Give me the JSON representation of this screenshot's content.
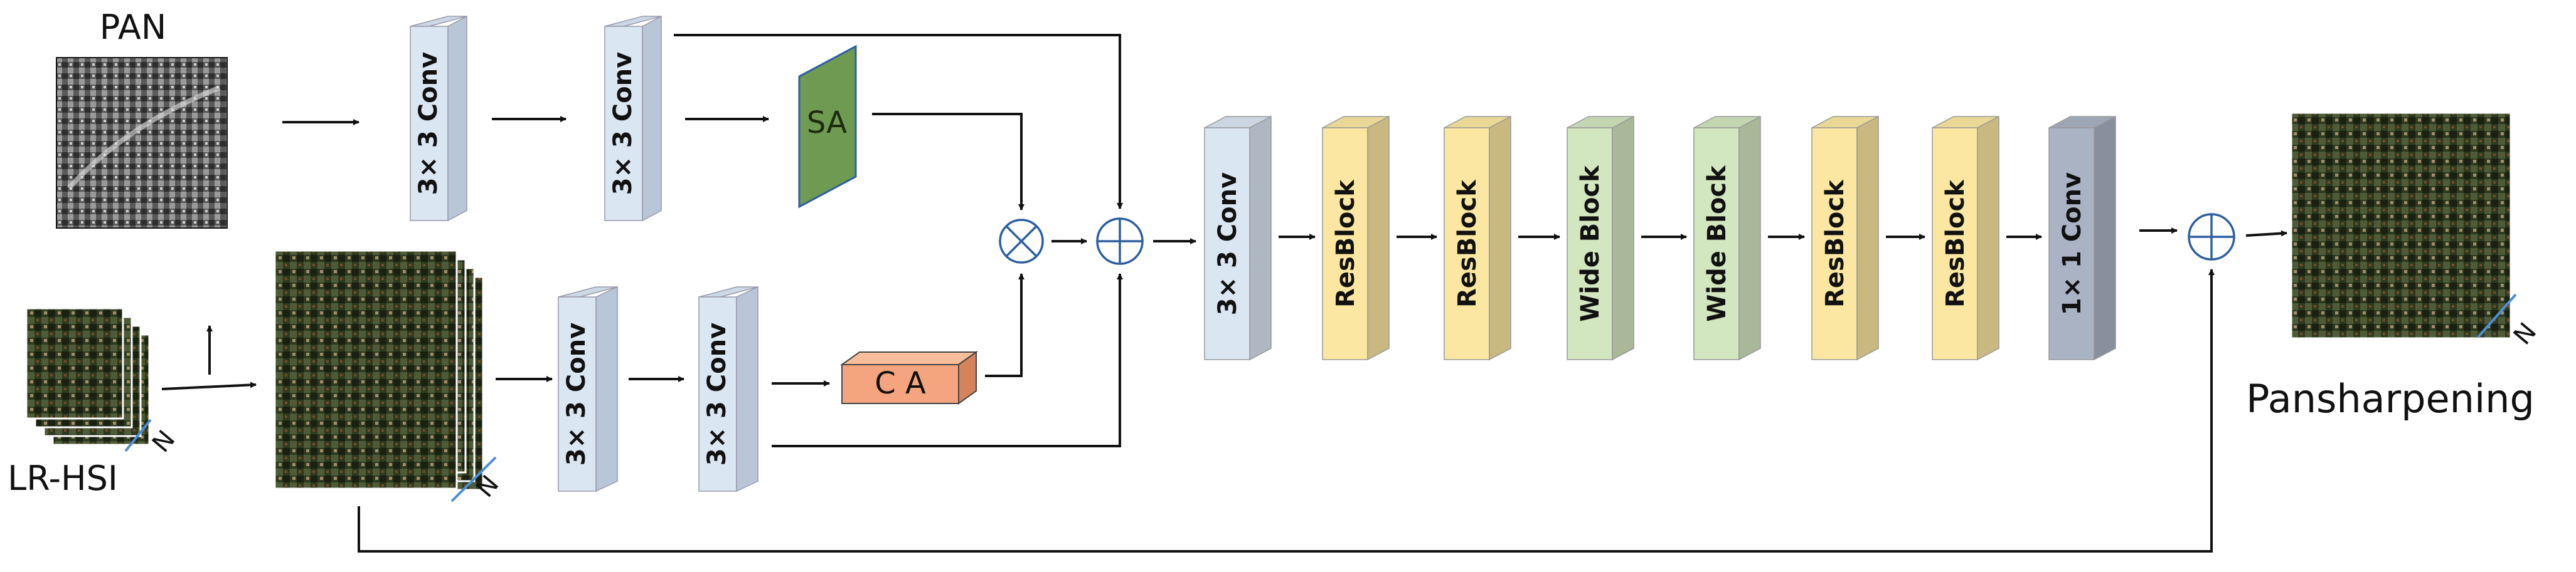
{
  "inputs": {
    "pan_label": "PAN",
    "lrhsi_label": "LR-HSI",
    "band_count_symbol": "N"
  },
  "output": {
    "label": "Pansharpening",
    "band_count_symbol": "N"
  },
  "pan_branch": {
    "conv1": "3× 3 Conv",
    "conv2": "3× 3 Conv",
    "attention": "SA"
  },
  "hsi_branch": {
    "conv1": "3× 3 Conv",
    "conv2": "3× 3 Conv",
    "attention": "C A"
  },
  "operators": {
    "multiply": "⊗",
    "add": "⊕"
  },
  "backbone": [
    {
      "label": "3× 3 Conv",
      "kind": "conv"
    },
    {
      "label": "ResBlock",
      "kind": "res"
    },
    {
      "label": "ResBlock",
      "kind": "res"
    },
    {
      "label": "Wide Block",
      "kind": "wide"
    },
    {
      "label": "Wide Block",
      "kind": "wide"
    },
    {
      "label": "ResBlock",
      "kind": "res"
    },
    {
      "label": "ResBlock",
      "kind": "res"
    },
    {
      "label": "1× 1 Conv",
      "kind": "conv1"
    }
  ],
  "colors": {
    "conv": "#dbe6f3",
    "res": "#fbe7a1",
    "wide": "#d2e6bf",
    "conv1": "#aab3c4",
    "ca": "#f4a57f",
    "sa": "#6f9a52"
  }
}
